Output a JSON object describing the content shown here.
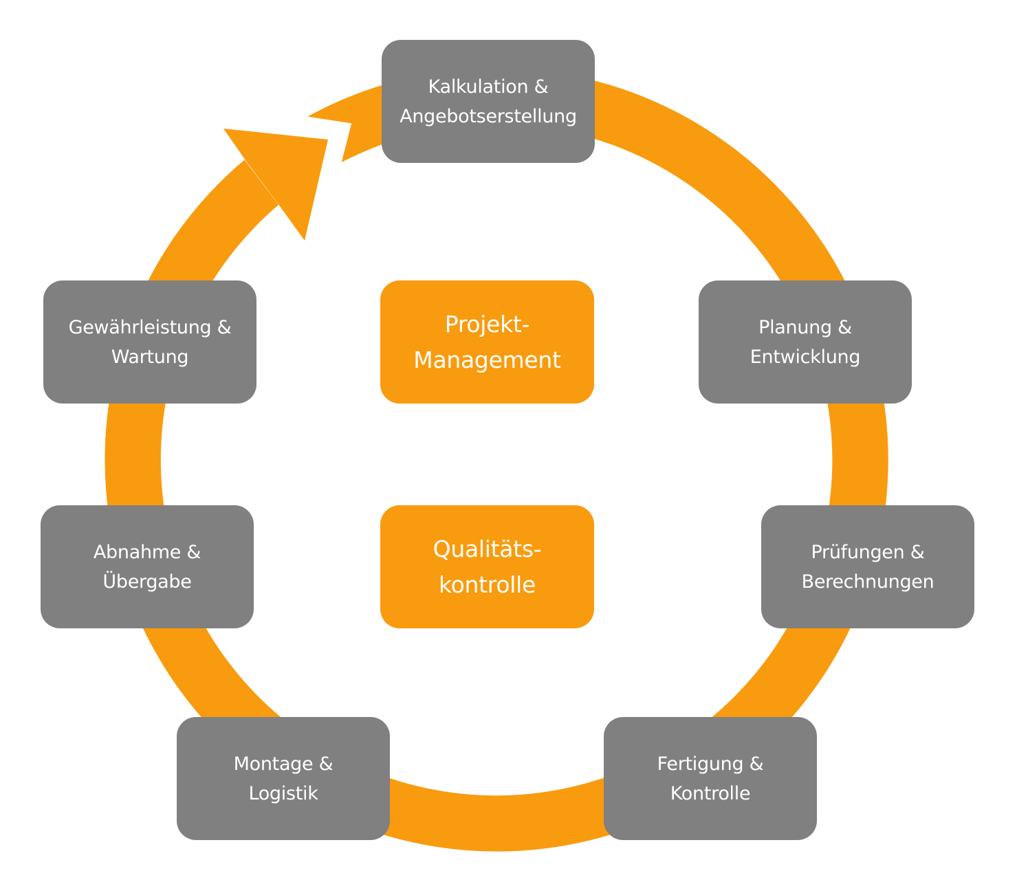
{
  "diagram": {
    "type": "cycle",
    "colors": {
      "ring": "#F99B0E",
      "step_box": "#808080",
      "core_box": "#F99B0E",
      "text": "#FFFFFF"
    },
    "steps": [
      {
        "id": "kalkulation",
        "lines": [
          "Kalkulation &",
          "Angebotserstellung"
        ]
      },
      {
        "id": "planung",
        "lines": [
          "Planung &",
          "Entwicklung"
        ]
      },
      {
        "id": "pruefungen",
        "lines": [
          "Prüfungen &",
          "Berechnungen"
        ]
      },
      {
        "id": "fertigung",
        "lines": [
          "Fertigung &",
          "Kontrolle"
        ]
      },
      {
        "id": "montage",
        "lines": [
          "Montage &",
          "Logistik"
        ]
      },
      {
        "id": "abnahme",
        "lines": [
          "Abnahme &",
          "Übergabe"
        ]
      },
      {
        "id": "gewaehrleistung",
        "lines": [
          "Gewährleistung &",
          "Wartung"
        ]
      }
    ],
    "core": [
      {
        "id": "projektmanagement",
        "lines": [
          "Projekt-",
          "Management"
        ]
      },
      {
        "id": "qualitaetskontrolle",
        "lines": [
          "Qualitäts-",
          "kontrolle"
        ]
      }
    ],
    "flow_direction": "clockwise"
  }
}
